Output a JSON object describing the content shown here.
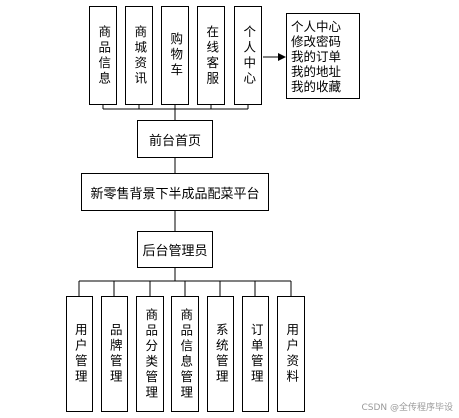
{
  "frontend_modules": [
    "商品信息",
    "商城资讯",
    "购物车",
    "在线客服",
    "个人中心"
  ],
  "personal_center_items": [
    "个人中心",
    "修改密码",
    "我的订单",
    "我的地址",
    "我的收藏"
  ],
  "frontend_home": "前台首页",
  "platform_name": "新零售背景下半成品配菜平台",
  "admin": "后台管理员",
  "admin_modules": [
    "用户管理",
    "品牌管理",
    "商品分类管理",
    "商品信息管理",
    "系统管理",
    "订单管理",
    "用户资料"
  ],
  "watermark": "CSDN @全传程序毕设",
  "colors": {
    "line": "#000000",
    "box_fill": "#ffffff"
  }
}
